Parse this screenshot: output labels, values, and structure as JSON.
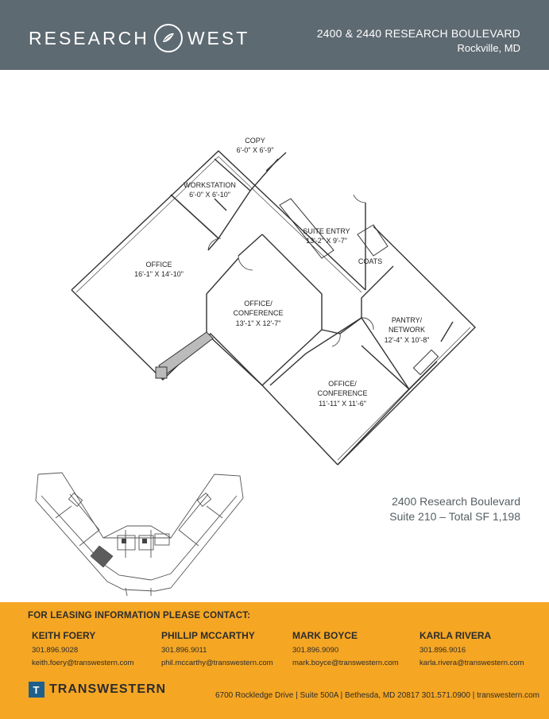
{
  "header": {
    "brand_left": "RESEARCH",
    "brand_right": "WEST",
    "address": "2400 & 2440 RESEARCH BOULEVARD",
    "city": "Rockville, MD"
  },
  "rooms": {
    "copy": {
      "name": "COPY",
      "size": "6'-0\" X 6'-9\""
    },
    "workstation": {
      "name": "WORKSTATION",
      "size": "6'-0\" X 6'-10\""
    },
    "suite_entry": {
      "name": "SUITE ENTRY",
      "size": "13'-2\" X 9'-7\""
    },
    "coats": {
      "name": "COATS"
    },
    "office": {
      "name": "OFFICE",
      "size": "16'-1\" X 14'-10\""
    },
    "office_conf_1": {
      "name1": "OFFICE/",
      "name2": "CONFERENCE",
      "size": "13'-1\" X 12'-7\""
    },
    "pantry": {
      "name1": "PANTRY/",
      "name2": "NETWORK",
      "size": "12'-4\" X 10'-8\""
    },
    "office_conf_2": {
      "name1": "OFFICE/",
      "name2": "CONFERENCE",
      "size": "11'-11\" X 11'-6\""
    }
  },
  "suite": {
    "building": "2400 Research Boulevard",
    "detail": "Suite 210 – Total SF 1,198"
  },
  "footer": {
    "heading": "FOR LEASING INFORMATION PLEASE CONTACT:",
    "contacts": [
      {
        "name": "KEITH FOERY",
        "phone": "301.896.9028",
        "email": "keith.foery@transwestern.com"
      },
      {
        "name": "PHILLIP MCCARTHY",
        "phone": "301.896.9011",
        "email": "phil.mccarthy@transwestern.com"
      },
      {
        "name": "MARK BOYCE",
        "phone": "301.896.9090",
        "email": "mark.boyce@transwestern.com"
      },
      {
        "name": "KARLA RIVERA",
        "phone": "301.896.9016",
        "email": "karla.rivera@transwestern.com"
      }
    ],
    "company": "TRANSWESTERN",
    "office": "6700 Rockledge Drive  |  Suite 500A  |  Bethesda, MD 20817 301.571.0900  |  transwestern.com"
  },
  "colors": {
    "header_bg": "#5e6a72",
    "footer_bg": "#f5a623",
    "suite_highlight": "#5c5c5c"
  }
}
